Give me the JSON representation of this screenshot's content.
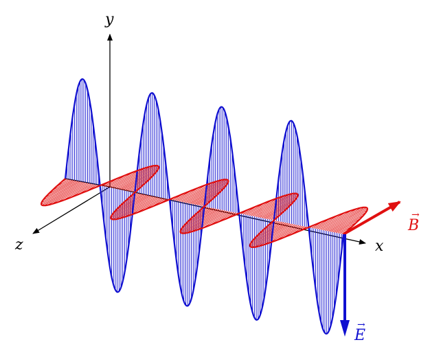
{
  "axes": {
    "x_label": "x",
    "y_label": "y",
    "z_label": "z"
  },
  "fields": {
    "electric": {
      "label": "E",
      "arrow": "→",
      "color": "#1010d0"
    },
    "magnetic": {
      "label": "B",
      "arrow": "→",
      "color": "#e01010"
    }
  },
  "wave": {
    "visible_cycles": 4
  },
  "colors": {
    "axis": "#000000",
    "electric": "#1010d0",
    "magnetic": "#e01010"
  }
}
